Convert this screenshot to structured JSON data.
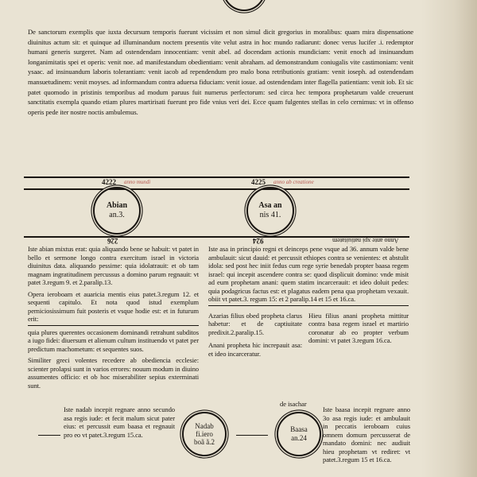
{
  "intro": "De sanctorum exemplis que iuxta decursum temporis fuerunt vicissim et non simul dicit gregorius in moralibus: quam mira dispensatione diuinitus actum sit: et quinque ad illuminandum noctem presentis vite velut astra in hoc mundo radiarunt: donec verus lucifer .i. redemptor humani generis surgeret. Nam ad ostendendam innocentiam: venit abel. ad docendam actionis mundiciam: venit enoch ad insinuandum longanimitatis spei et operis: venit noe. ad manifestandum obedientiam: venit abraham. ad demonstrandum coniugalis vite castimoniam: venit ysaac. ad insinuandum laboris tolerantiam: venit iacob ad rependendum pro malo bona retributionis gratiam: venit ioseph. ad ostendendam mansuetudinem: venit moyses. ad informandum contra aduersa fiduciam: venit iosue. ad ostendendam inter flagella patientiam: venit iob. Et sic patet quomodo in pristinis temporibus ad modum paruus fuit numerus perfectorum: sed circa hec tempora prophetarum valde creuerunt sanctitatis exempla quando etiam plures martirisati fuerunt pro fide vnius veri dei. Ecce quam fulgentes stellas in celo cernimus: vt in offenso operis pede iter nostre noctis ambulemus.",
  "timeline": {
    "year_left": "4222",
    "year_right": "4225",
    "anno_left": "226",
    "anno_right": "924",
    "anno_label": "Anno ante xpi natiuitatem",
    "red_left": "anno mundi",
    "red_right": "anno ab creatione"
  },
  "kings": [
    {
      "name": "Abian",
      "sub": "an.3."
    },
    {
      "name": "Asa an",
      "sub": "nis 41."
    },
    {
      "name": "Nadab",
      "sub": "fi.iero",
      "sub2": "boã ã.2"
    },
    {
      "name": "Baasa",
      "sub": "an.24"
    }
  ],
  "paragraphs": {
    "abian": "Iste abian mixtus erat: quia aliquando bene se habuit: vt patet in bello et sermone longo contra exercitum israel in victoria diuinitus data. aliquando pessime: quia idolatrauit: et ob tam magnam ingratitudinem percussus a domino parum regnauit: vt patet 3.regum 9. et 2.paralip.13.",
    "opera": "Opera ieroboam et auaricia mentis eius patet.3.regum 12. et sequenti capitulo. Et nota quod istud exemplum perniciosissimum fuit posteris et vsque hodie est: et in futurum erit:",
    "plures": "quia plures querentes occasionem dominandi retrahunt subditos a iugo fidei: diuersum et alienum cultum instituendo vt patet per predictum machometum: et sequentes suos.",
    "similiter": "Similiter greci volentes recedere ab obediencia ecclesie: scienter prolapsi sunt in varios errores: nouum modum in diuino assumentes officio: et ob hoc miserabiliter sepius exterminati sunt.",
    "asa": "Iste asa in principio regni et deinceps pene vsque ad 36. annum valde bene ambulauit: sicut dauid: et percussit ethiopes contra se venientes: et abstulit idola: sed post hec iniit fedus cum rege syrie benedab propter baasa regem israel: qui incepit ascendere contra se: quod displicuit domino: vnde misit ad eum prophetam anani: quem statim incarcerauit: et ideo doluit pedes: quia podagricus factus est: et plagatus eadem pena qua prophetam vexauit. obiit vt patet.3. regum 15: et 2 paralip.14 et 15 et 16.ca.",
    "azarias": "Azarias filius obed propheta clarus habetur: et de captiuitate predixit.2.paralip.15.",
    "anani": "Anani propheta hic increpauit asa: et ideo incarceratur.",
    "hieu": "Hieu filius anani propheta mittitur contra basa regem israel et martirio coronatur ab eo propter verbum domini: vt patet 3.regum 16.ca.",
    "nadab": "Iste nadab incepit regnare anno secundo asa regis iude: et fecit malum sicut pater eius: et percussit eum baasa et regnauit pro eo vt patet.3.regum 15.ca.",
    "isachar": "de isachar",
    "baasa": "Iste baasa incepit regnare anno 3o asa regis iude: et ambulauit in peccatis ieroboam cuius omnem domum percusserat de mandato domini: nec audiuit hieu prophetam vt rediret: vt patet.3.regum 15 et 16.ca."
  }
}
